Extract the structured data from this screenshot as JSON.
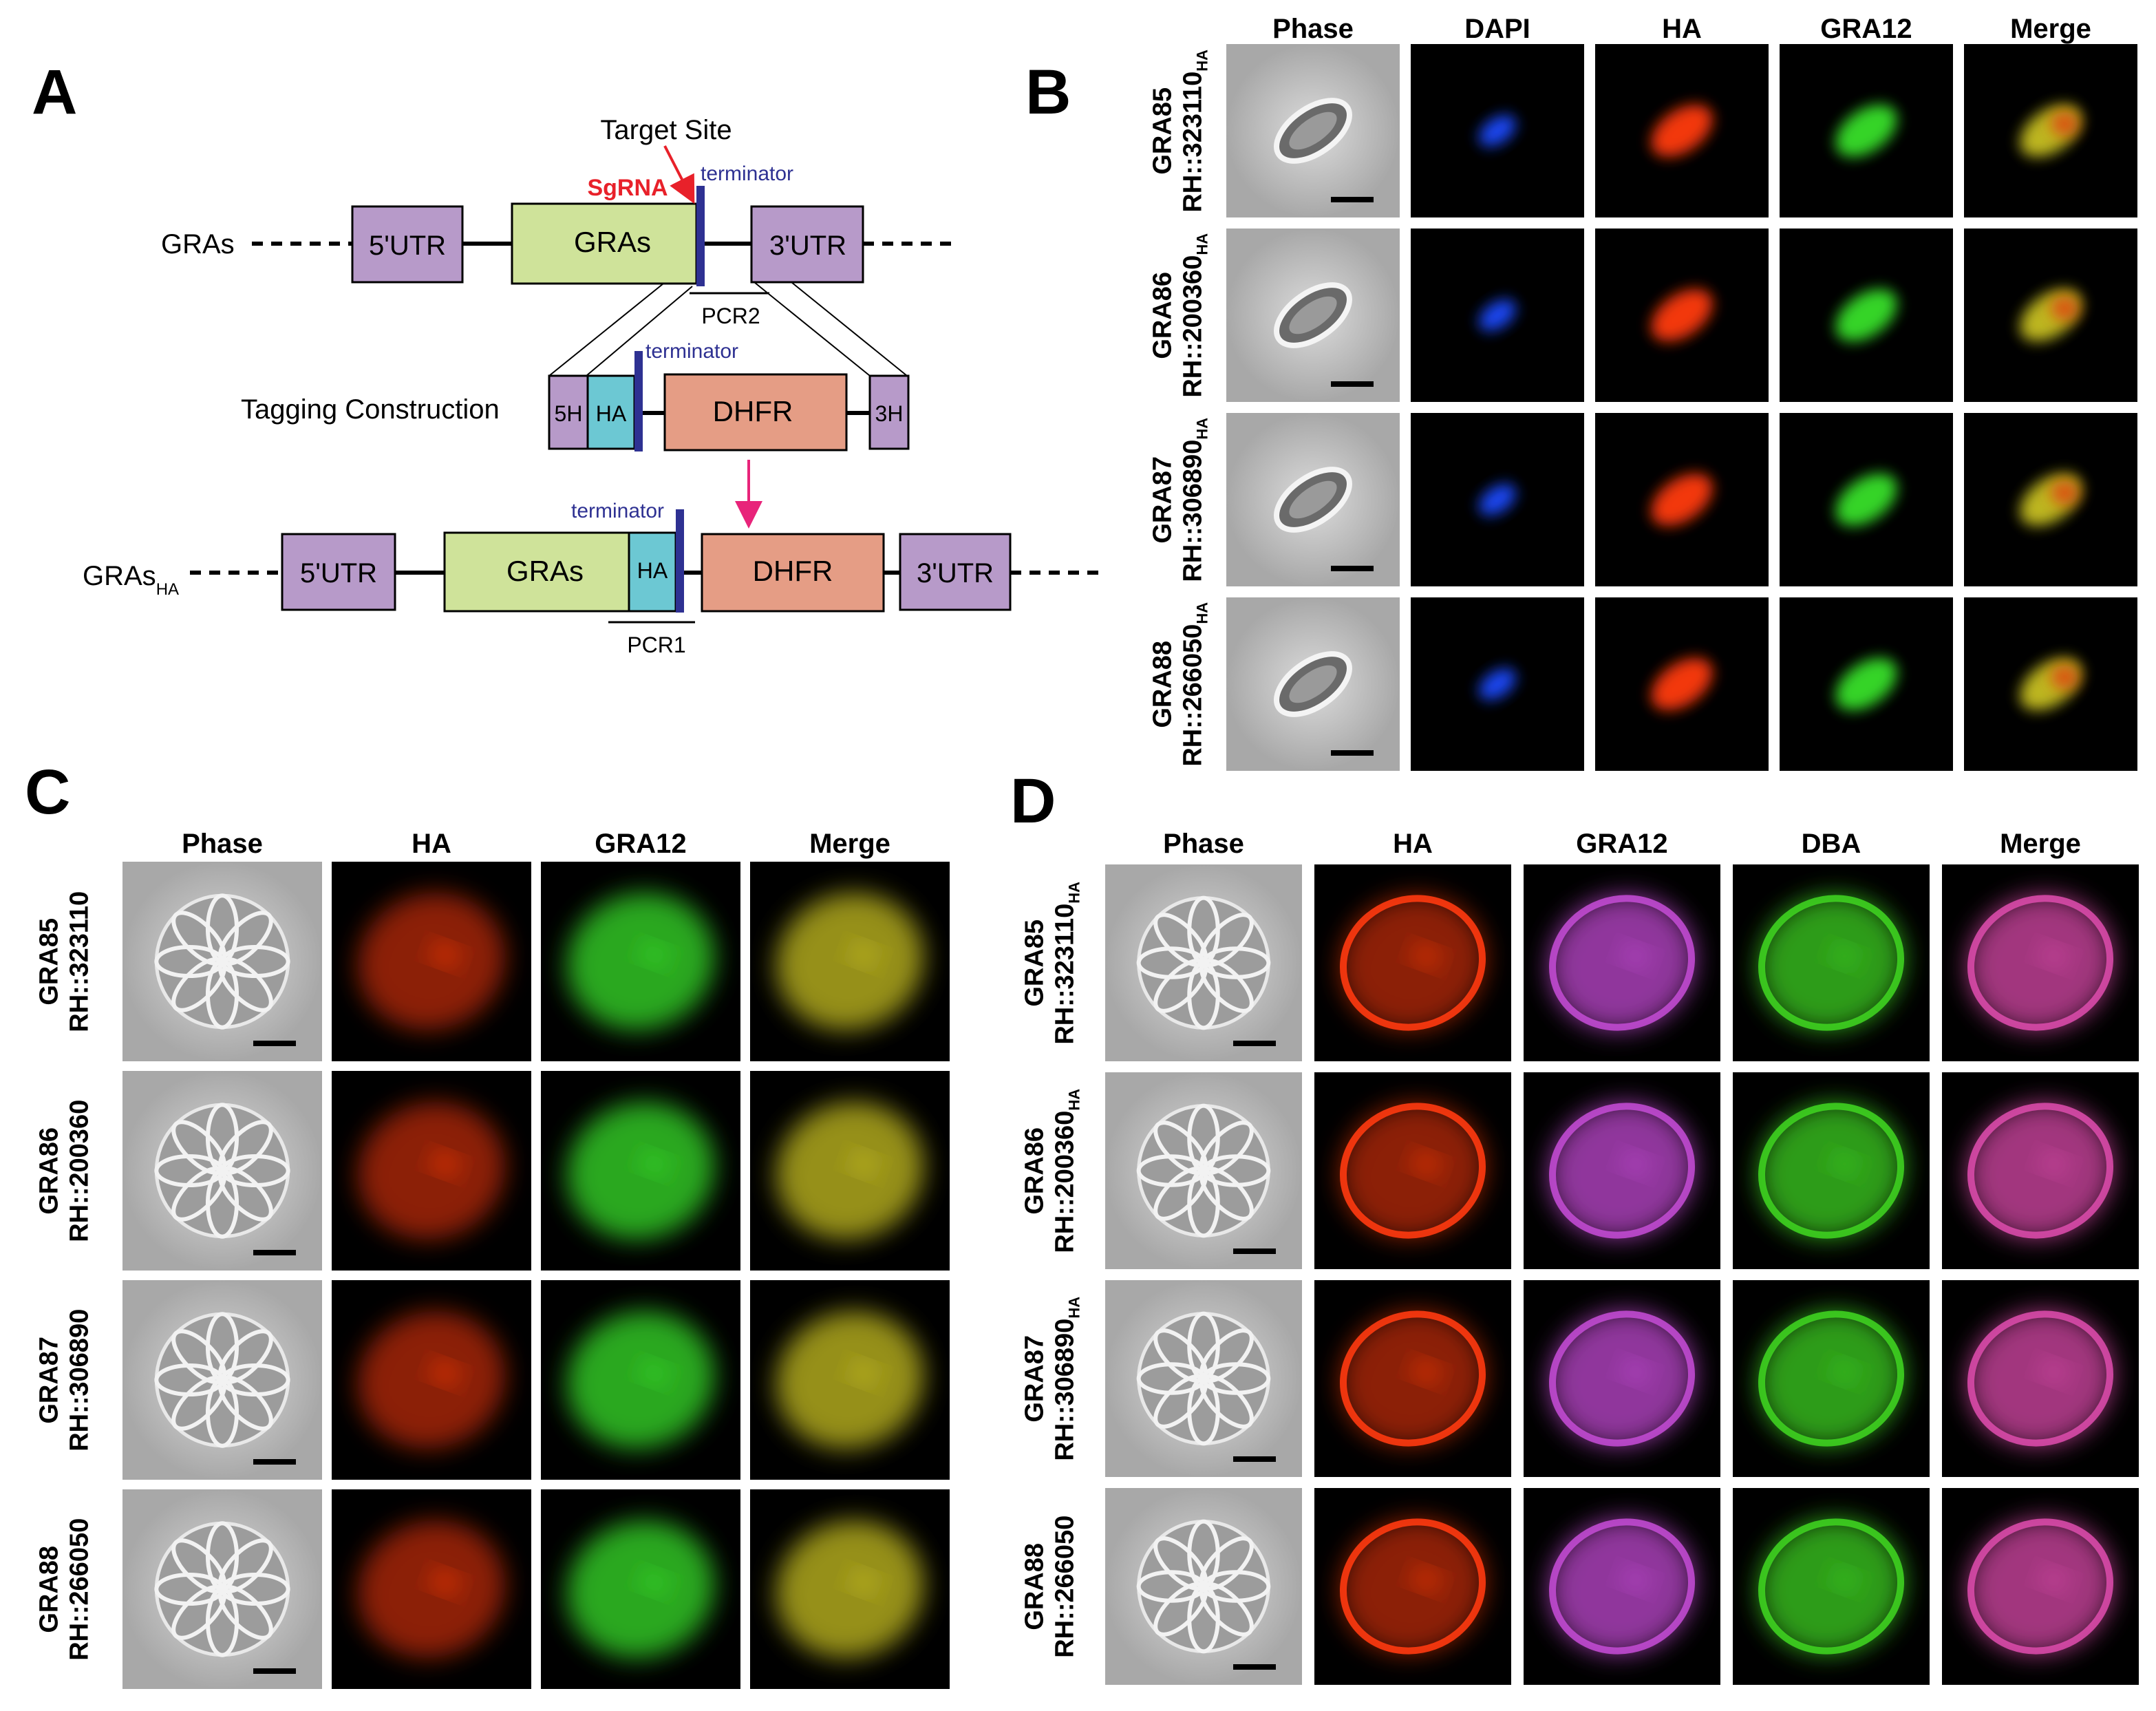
{
  "panels": {
    "a": "A",
    "b": "B",
    "c": "C",
    "d": "D"
  },
  "diagram": {
    "target_site": "Target Site",
    "sgrna": "SgRNA",
    "terminator": "terminator",
    "gras_row_label": "GRAs",
    "utr5": "5'UTR",
    "gras_box": "GRAs",
    "utr3": "3'UTR",
    "pcr2": "PCR2",
    "tagging_label": "Tagging Construction",
    "h5": "5H",
    "ha": "HA",
    "dhfr": "DHFR",
    "h3": "3H",
    "grasha_label": "GRAs",
    "grasha_sub": "HA",
    "pcr1": "PCR1",
    "colors": {
      "utr": "#b79ac9",
      "gras": "#cfe39a",
      "ha": "#6cc8d3",
      "dhfr": "#e59d85",
      "terminator": "#2e3192",
      "sgrna": "#e8212a",
      "arrow": "#e8247a"
    }
  },
  "panel_b": {
    "columns": [
      "Phase",
      "DAPI",
      "HA",
      "GRA12",
      "Merge"
    ],
    "rows": [
      {
        "gene": "GRA85",
        "strain": "RH::323110",
        "sub": "HA"
      },
      {
        "gene": "GRA86",
        "strain": "RH::200360",
        "sub": "HA"
      },
      {
        "gene": "GRA87",
        "strain": "RH::306890",
        "sub": "HA"
      },
      {
        "gene": "GRA88",
        "strain": "RH::266050",
        "sub": "HA"
      }
    ]
  },
  "panel_c": {
    "columns": [
      "Phase",
      "HA",
      "GRA12",
      "Merge"
    ],
    "rows": [
      {
        "gene": "GRA85",
        "strain": "RH::323110"
      },
      {
        "gene": "GRA86",
        "strain": "RH::200360"
      },
      {
        "gene": "GRA87",
        "strain": "RH::306890"
      },
      {
        "gene": "GRA88",
        "strain": "RH::266050"
      }
    ]
  },
  "panel_d": {
    "columns": [
      "Phase",
      "HA",
      "GRA12",
      "DBA",
      "Merge"
    ],
    "rows": [
      {
        "gene": "GRA85",
        "strain": "RH::323110",
        "sub": "HA"
      },
      {
        "gene": "GRA86",
        "strain": "RH::200360",
        "sub": "HA"
      },
      {
        "gene": "GRA87",
        "strain": "RH::306890",
        "sub": "HA"
      },
      {
        "gene": "GRA88",
        "strain": "RH::266050",
        "sub": ""
      }
    ]
  }
}
